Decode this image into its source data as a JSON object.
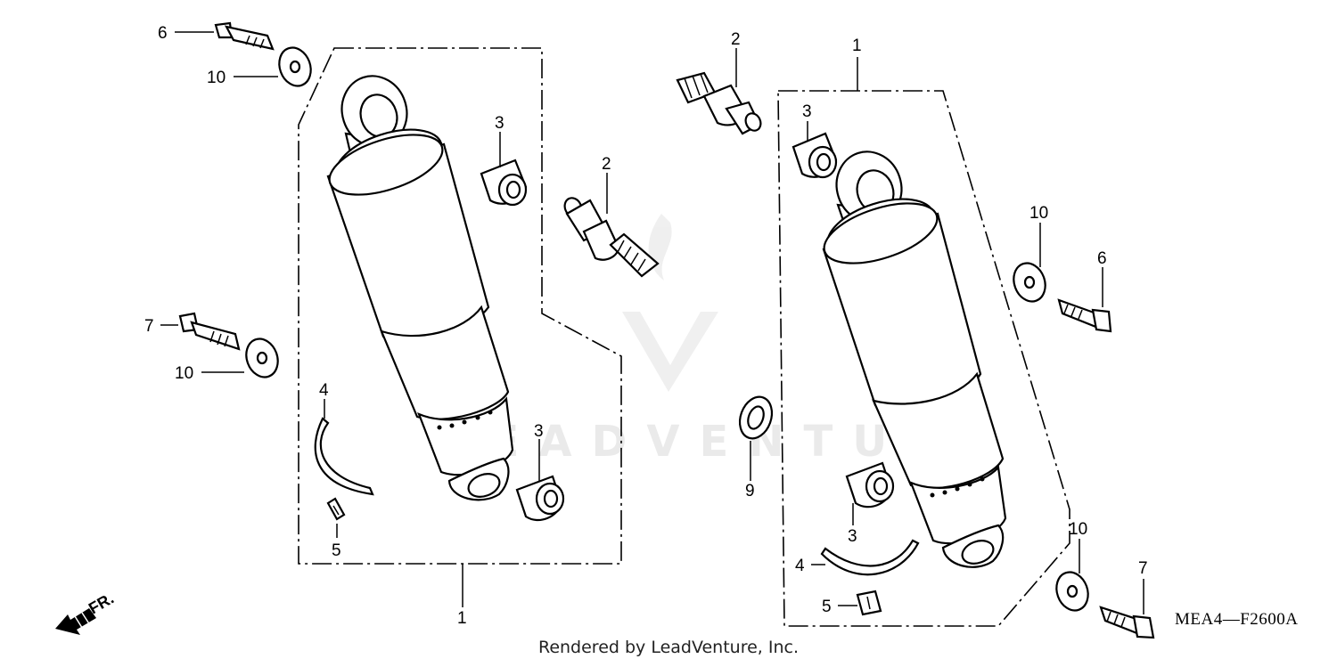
{
  "callouts": [
    {
      "id": "c6a",
      "text": "6"
    },
    {
      "id": "c10a",
      "text": "10"
    },
    {
      "id": "c7a",
      "text": "7"
    },
    {
      "id": "c10b",
      "text": "10"
    },
    {
      "id": "c4a",
      "text": "4"
    },
    {
      "id": "c5a",
      "text": "5"
    },
    {
      "id": "c1a",
      "text": "1"
    },
    {
      "id": "c3a",
      "text": "3"
    },
    {
      "id": "c2a",
      "text": "2"
    },
    {
      "id": "c3b",
      "text": "3"
    },
    {
      "id": "c2b",
      "text": "2"
    },
    {
      "id": "c1b",
      "text": "1"
    },
    {
      "id": "c3c",
      "text": "3"
    },
    {
      "id": "c10c",
      "text": "10"
    },
    {
      "id": "c6b",
      "text": "6"
    },
    {
      "id": "c9",
      "text": "9"
    },
    {
      "id": "c3d",
      "text": "3"
    },
    {
      "id": "c4b",
      "text": "4"
    },
    {
      "id": "c5b",
      "text": "5"
    },
    {
      "id": "c10d",
      "text": "10"
    },
    {
      "id": "c7b",
      "text": "7"
    }
  ],
  "direction_label": "FR.",
  "diagram_code": "MEA4—F2600A",
  "footer": "Rendered by LeadVenture, Inc.",
  "watermark": "LEADVENTURE"
}
